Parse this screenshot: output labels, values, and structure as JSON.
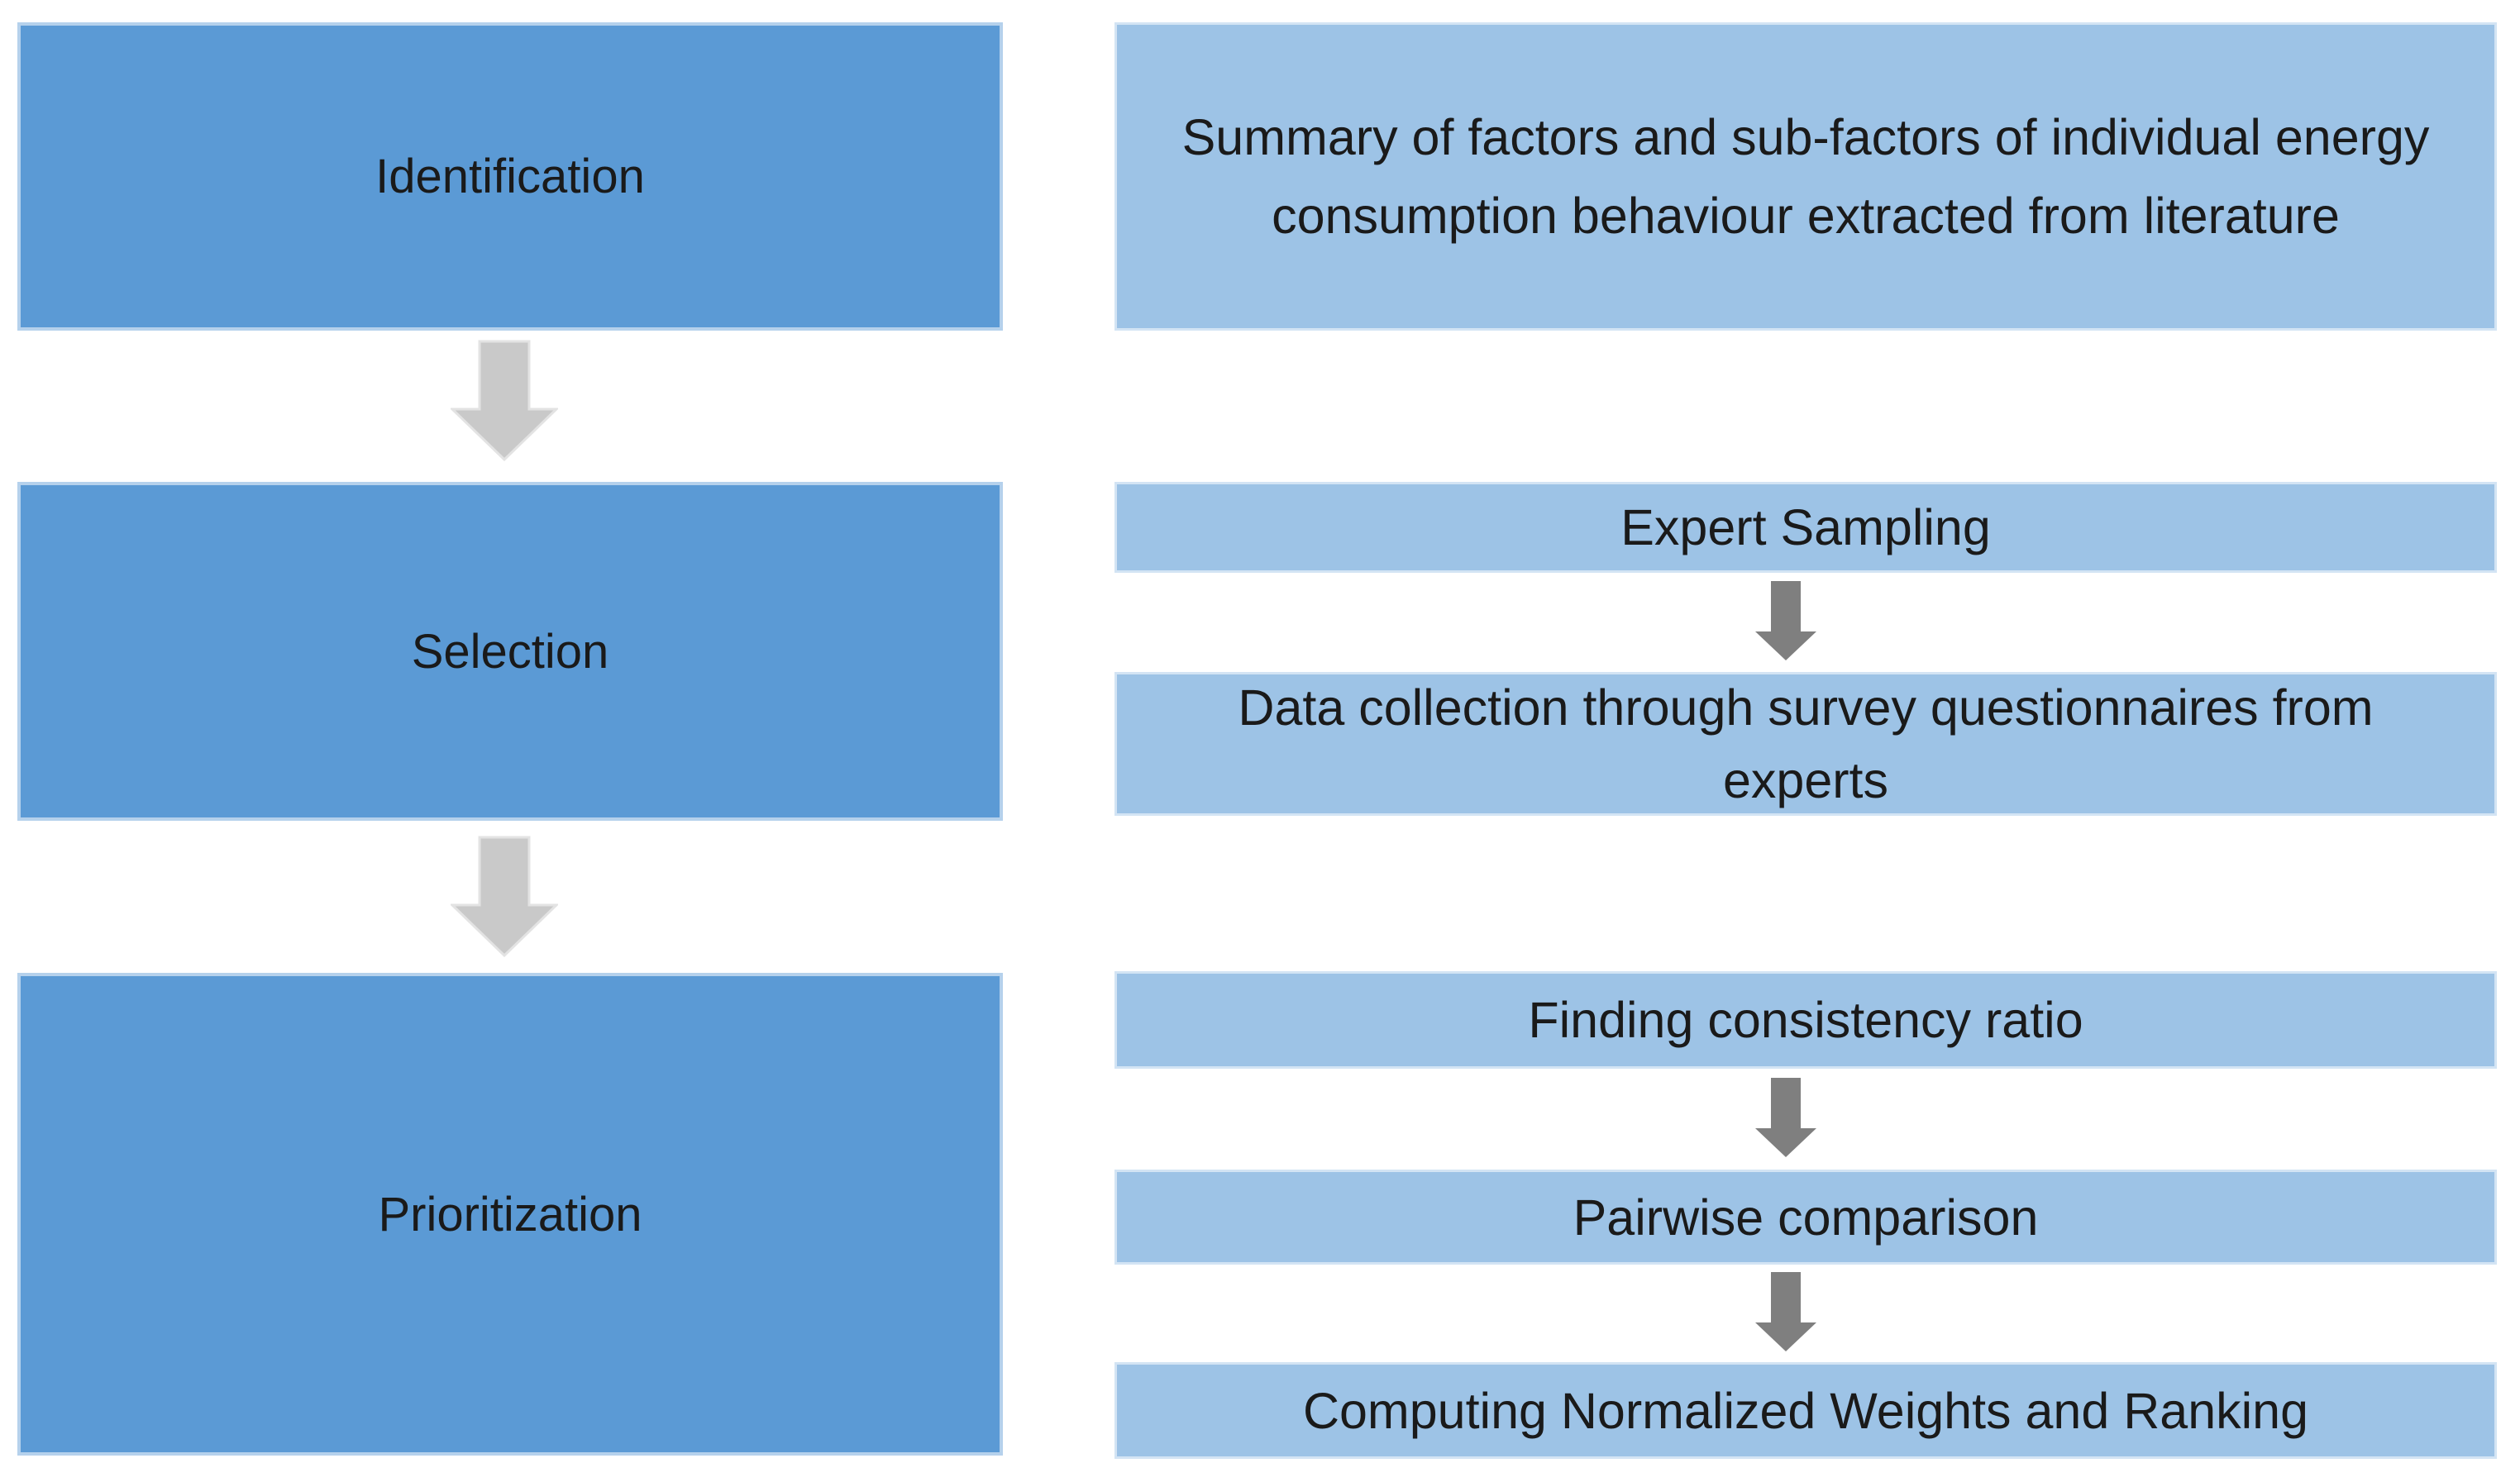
{
  "colors": {
    "stage_fill": "#5b9ad5",
    "detail_fill": "#9dc3e6",
    "left_arrow": "#c9c9c9",
    "right_arrow": "#7f7f7f",
    "text": "#1a1a1a",
    "canvas_bg": "#ffffff"
  },
  "stages": [
    {
      "label": "Identification"
    },
    {
      "label": "Selection"
    },
    {
      "label": "Prioritization"
    }
  ],
  "details": [
    {
      "label": "Summary of factors and sub-factors of individual energy consumption behaviour extracted from literature"
    },
    {
      "label": "Expert Sampling"
    },
    {
      "label": "Data collection through survey questionnaires from experts"
    },
    {
      "label": "Finding consistency ratio"
    },
    {
      "label": "Pairwise comparison"
    },
    {
      "label": "Computing Normalized Weights and Ranking"
    }
  ]
}
